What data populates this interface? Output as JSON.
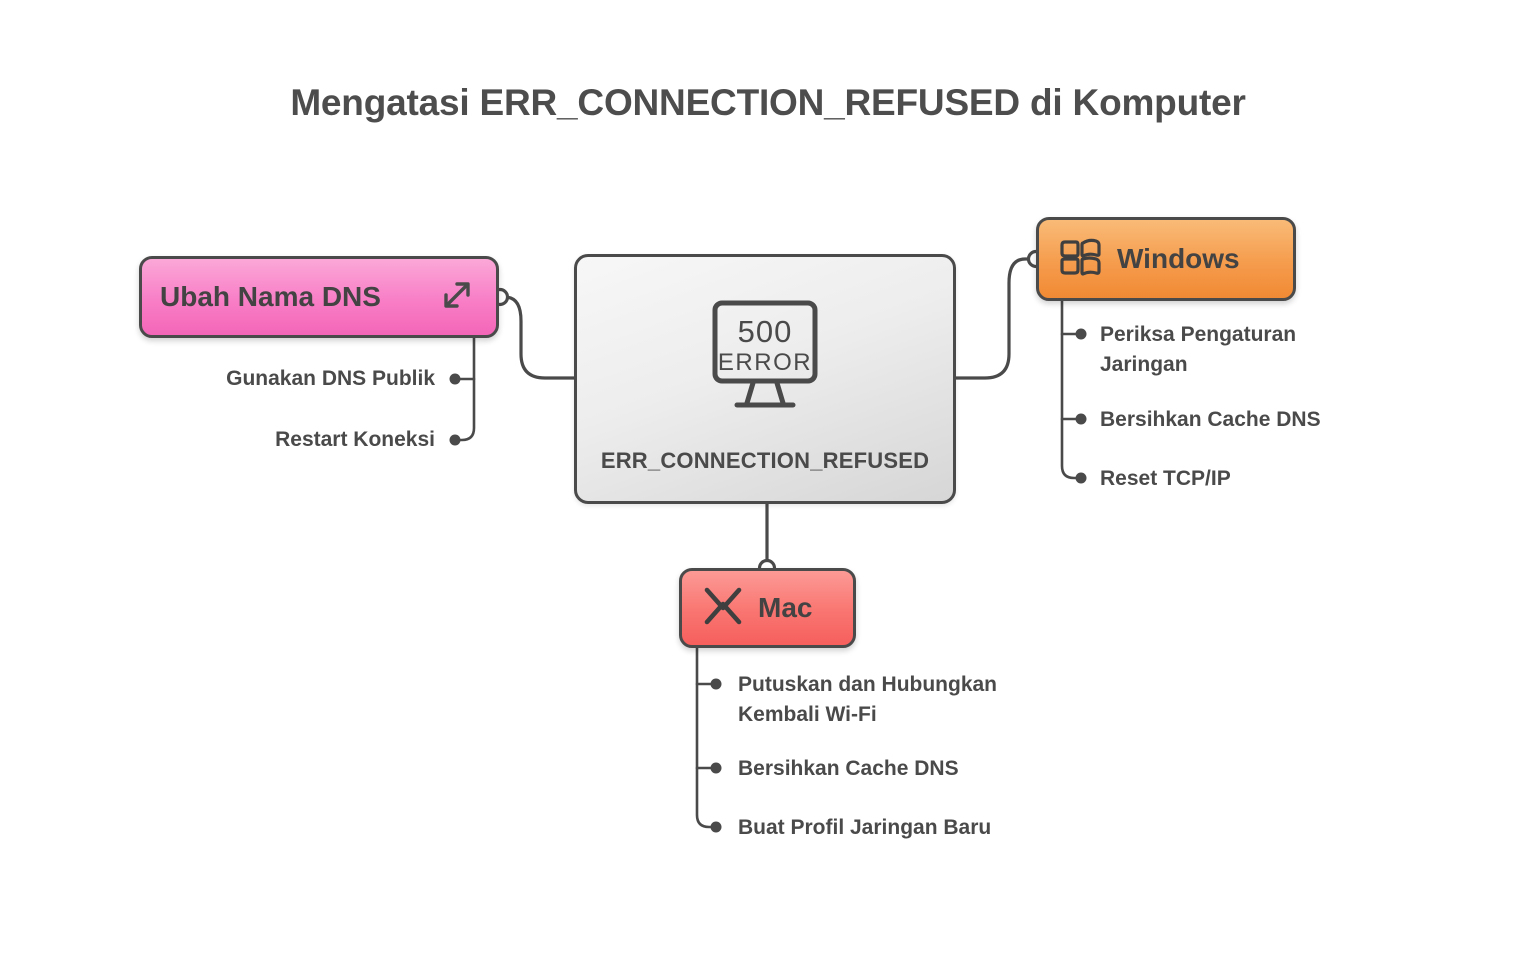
{
  "title": "Mengatasi ERR_CONNECTION_REFUSED di Komputer",
  "colors": {
    "background": "#ffffff",
    "stroke": "#4a4a4a",
    "text": "#4a4a4a",
    "center_node": "#ededed",
    "dns_node": "#f87ec6",
    "windows_node": "#f59c4d",
    "mac_node": "#f97571"
  },
  "center": {
    "label": "ERR_CONNECTION_REFUSED",
    "icon": "monitor-error-icon",
    "screen_line1": "500",
    "screen_line2": "ERROR"
  },
  "branches": {
    "dns": {
      "label": "Ubah Nama DNS",
      "icon": "expand-diagonal-arrows-icon",
      "items": [
        {
          "label": "Gunakan DNS Publik"
        },
        {
          "label": "Restart Koneksi"
        }
      ]
    },
    "windows": {
      "label": "Windows",
      "icon": "windows-logo-icon",
      "items": [
        {
          "label": "Periksa Pengaturan\nJaringan"
        },
        {
          "label": "Bersihkan Cache DNS"
        },
        {
          "label": "Reset TCP/IP"
        }
      ]
    },
    "mac": {
      "label": "Mac",
      "icon": "mac-x-icon",
      "items": [
        {
          "label": "Putuskan dan Hubungkan\nKembali Wi-Fi"
        },
        {
          "label": "Bersihkan Cache DNS"
        },
        {
          "label": "Buat Profil Jaringan Baru"
        }
      ]
    }
  }
}
